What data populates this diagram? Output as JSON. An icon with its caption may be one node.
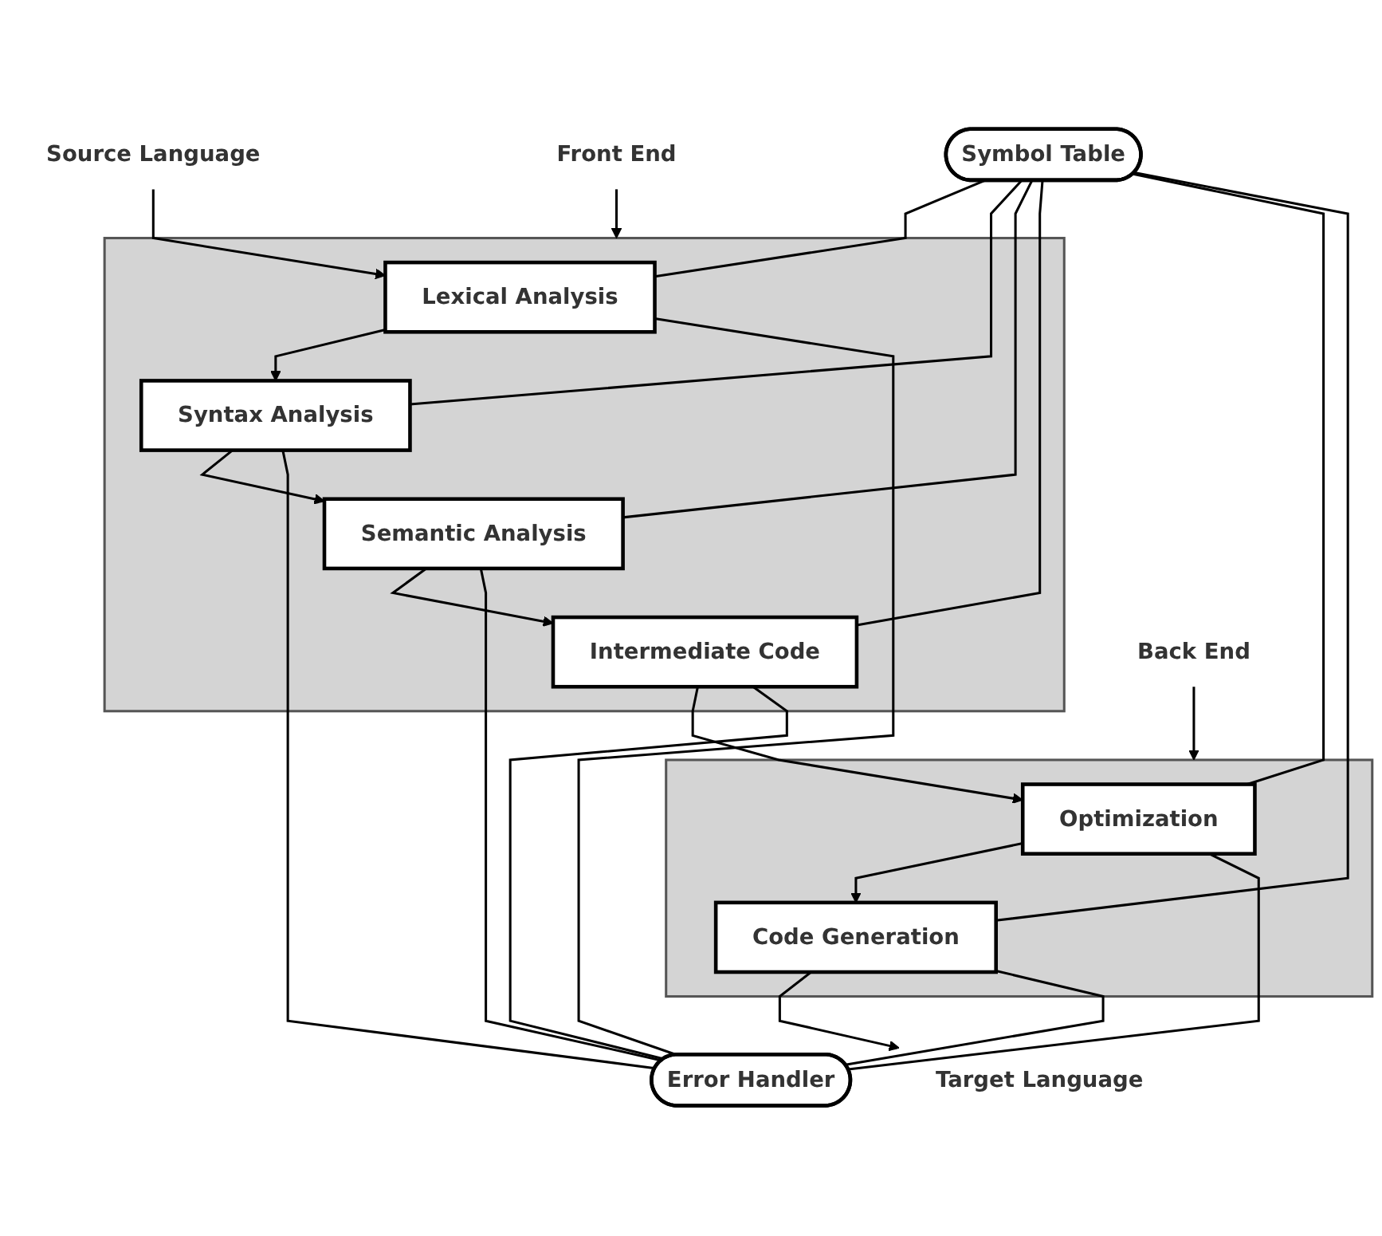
{
  "diagram": {
    "nodes": [
      {
        "text": [
          "Source Language"
        ]
      },
      {
        "text": [
          "Front End"
        ]
      },
      {
        "text": [],
        "shape": "box"
      },
      {
        "text": [
          "Lexical Analysis"
        ],
        "in": 2
      },
      {
        "text": [
          "Syntax Analysis"
        ],
        "in": 2
      },
      {
        "text": [
          "Semantic Analysis"
        ],
        "in": 2
      },
      {
        "text": [
          "Intermediate Code"
        ],
        "in": 2
      },
      {
        "text": [],
        "shape": "box"
      },
      {
        "text": [
          "Optimization"
        ],
        "in": 7
      },
      {
        "text": [
          "Code Generation"
        ],
        "in": 7
      },
      {
        "text": [
          "Back End"
        ]
      },
      {
        "text": [
          "Symbol Table"
        ]
      },
      {
        "text": [
          "Error Handler"
        ]
      },
      {
        "text": [
          "Target Language"
        ]
      }
    ],
    "edges": [
      {
        "from": 0,
        "to": 3,
        "arrow": "to"
      },
      {
        "from": 1,
        "to": 2,
        "arrow": "to"
      },
      {
        "from": 3,
        "to": 4,
        "arrow": "to"
      },
      {
        "from": 4,
        "to": 5,
        "arrow": "to"
      },
      {
        "from": 5,
        "to": 6,
        "arrow": "to"
      },
      {
        "from": 6,
        "to": 8,
        "arrow": "to"
      },
      {
        "from": 8,
        "to": 9,
        "arrow": "to"
      },
      {
        "from": 9,
        "to": 13,
        "arrow": "to"
      },
      {
        "from": 10,
        "to": 7,
        "arrow": "to"
      },
      {
        "from": 11,
        "to": 3,
        "arrow": "none"
      },
      {
        "from": 11,
        "to": 4,
        "arrow": "none"
      },
      {
        "from": 11,
        "to": 5,
        "arrow": "none"
      },
      {
        "from": 11,
        "to": 6,
        "arrow": "none"
      },
      {
        "from": 11,
        "to": 8,
        "arrow": "none"
      },
      {
        "from": 11,
        "to": 9,
        "arrow": "none"
      },
      {
        "from": 3,
        "to": 12,
        "arrow": "none"
      },
      {
        "from": 4,
        "to": 12,
        "arrow": "none"
      },
      {
        "from": 5,
        "to": 12,
        "arrow": "none"
      },
      {
        "from": 6,
        "to": 12,
        "arrow": "none"
      },
      {
        "from": 8,
        "to": 12,
        "arrow": "none"
      },
      {
        "from": 9,
        "to": 12,
        "arrow": "none"
      }
    ]
  }
}
